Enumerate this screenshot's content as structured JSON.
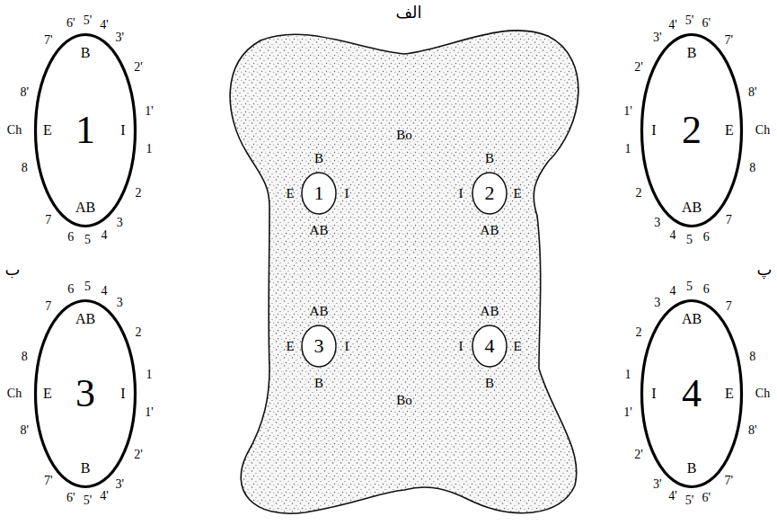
{
  "diagram": {
    "nodes": [
      {
        "text": [
          "Bo",
          "Bo"
        ]
      },
      {
        "text": [
          "1"
        ],
        "in": 0
      },
      {
        "text": [
          "2"
        ],
        "in": 0
      },
      {
        "text": [
          "3"
        ],
        "in": 0
      },
      {
        "text": [
          "4"
        ],
        "in": 0
      },
      {
        "text": [
          "B",
          "E",
          "1",
          "I",
          "AB"
        ]
      },
      {
        "text": [
          "B",
          "I",
          "2",
          "E",
          "AB"
        ]
      },
      {
        "text": [
          "AB",
          "E",
          "3",
          "I",
          "B"
        ]
      },
      {
        "text": [
          "AB",
          "I",
          "4",
          "E",
          "B"
        ]
      }
    ],
    "labels": [
      "الف",
      "ب",
      "پ",
      "B",
      "E",
      "I",
      "AB",
      "B",
      "I",
      "E",
      "AB",
      "AB",
      "E",
      "I",
      "B",
      "AB",
      "I",
      "E",
      "B",
      "1'",
      "2'",
      "3'",
      "4'",
      "5'",
      "6'",
      "7'",
      "8'",
      "Ch",
      "1",
      "2",
      "3",
      "4",
      "5",
      "6",
      "7",
      "8",
      "1'",
      "2'",
      "3'",
      "4'",
      "5'",
      "6'",
      "7'",
      "8'",
      "Ch",
      "1",
      "2",
      "3",
      "4",
      "5",
      "6",
      "7",
      "8",
      "1'",
      "2'",
      "3'",
      "4'",
      "5'",
      "6'",
      "7'",
      "8'",
      "Ch",
      "1",
      "2",
      "3",
      "4",
      "5",
      "6",
      "7",
      "8",
      "1'",
      "2'",
      "3'",
      "4'",
      "5'",
      "6'",
      "7'",
      "8'",
      "Ch",
      "1",
      "2",
      "3",
      "4",
      "5",
      "6",
      "7",
      "8"
    ]
  }
}
